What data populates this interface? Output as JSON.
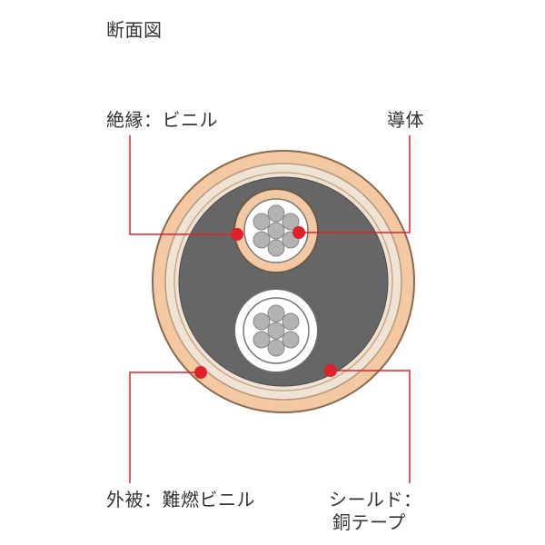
{
  "title": "断面図",
  "labels": {
    "insulation": "絶縁：ビニル",
    "conductor": "導体",
    "jacket": "外被：難燃ビニル",
    "shield_line1": "シールド：",
    "shield_line2": "銅テープ"
  },
  "colors": {
    "jacket": "#f3c9a3",
    "jacket_stroke": "#8a6a4a",
    "shield": "#e9d9c8",
    "filler": "#666666",
    "insulation_core1": "#f3c9a3",
    "insulation_core2": "#ffffff",
    "conductor": "#b3b3b3",
    "leader": "#e0202a",
    "marker": "#e0202a"
  }
}
